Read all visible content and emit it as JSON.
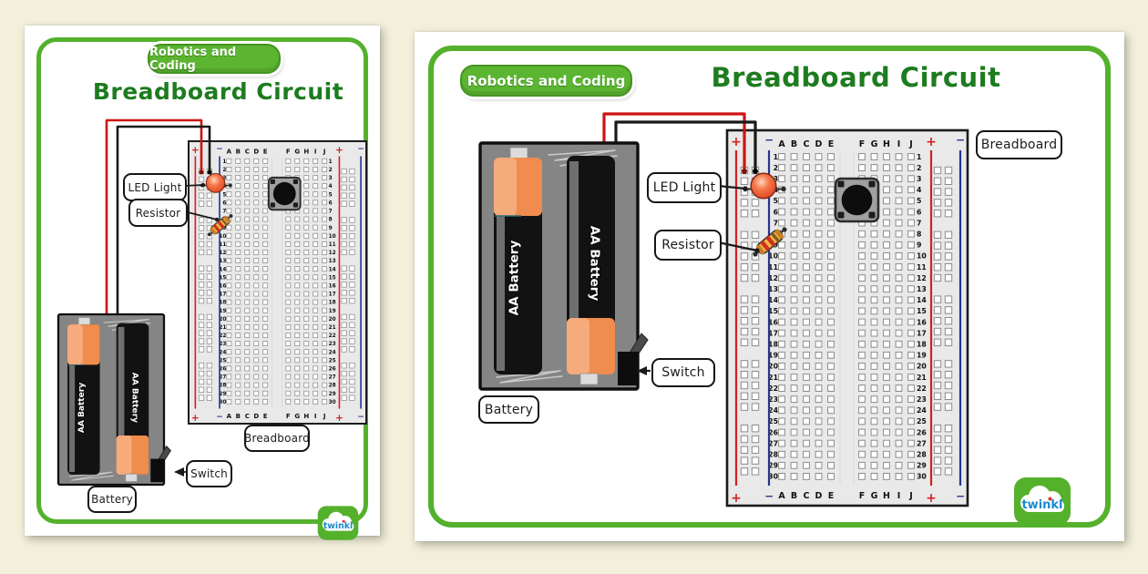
{
  "badge": {
    "label": "Robotics and Coding"
  },
  "title": "Breadboard Circuit",
  "component_labels": {
    "led": "LED Light",
    "resistor": "Resistor",
    "switch": "Switch",
    "battery": "Battery",
    "breadboard": "Breadboard"
  },
  "battery": {
    "cell_label": "AA Battery"
  },
  "breadboard": {
    "columns_left": [
      "A",
      "B",
      "C",
      "D",
      "E"
    ],
    "columns_right": [
      "F",
      "G",
      "H",
      "I",
      "J"
    ],
    "rows": [
      1,
      2,
      3,
      4,
      5,
      6,
      7,
      8,
      9,
      10,
      11,
      12,
      13,
      14,
      15,
      16,
      17,
      18,
      19,
      20,
      21,
      22,
      23,
      24,
      25,
      26,
      27,
      28,
      29,
      30
    ],
    "plus_symbol": "+",
    "minus_symbol": "−"
  },
  "brand": {
    "logo_text": "twinkl"
  },
  "colors": {
    "background": "#f2efda",
    "frame_green": "#54b12c",
    "badge_green": "#5cb531",
    "title_green": "#1d7c1f",
    "wire_red": "#cc1512",
    "wire_black": "#1a1a1a",
    "rail_red": "#d42020",
    "rail_blue": "#24368f",
    "board_grey": "#e9e9e9",
    "battery_orange": "#f08c4e",
    "holder_grey": "#858585",
    "logo_blue": "#1b8bd0"
  }
}
